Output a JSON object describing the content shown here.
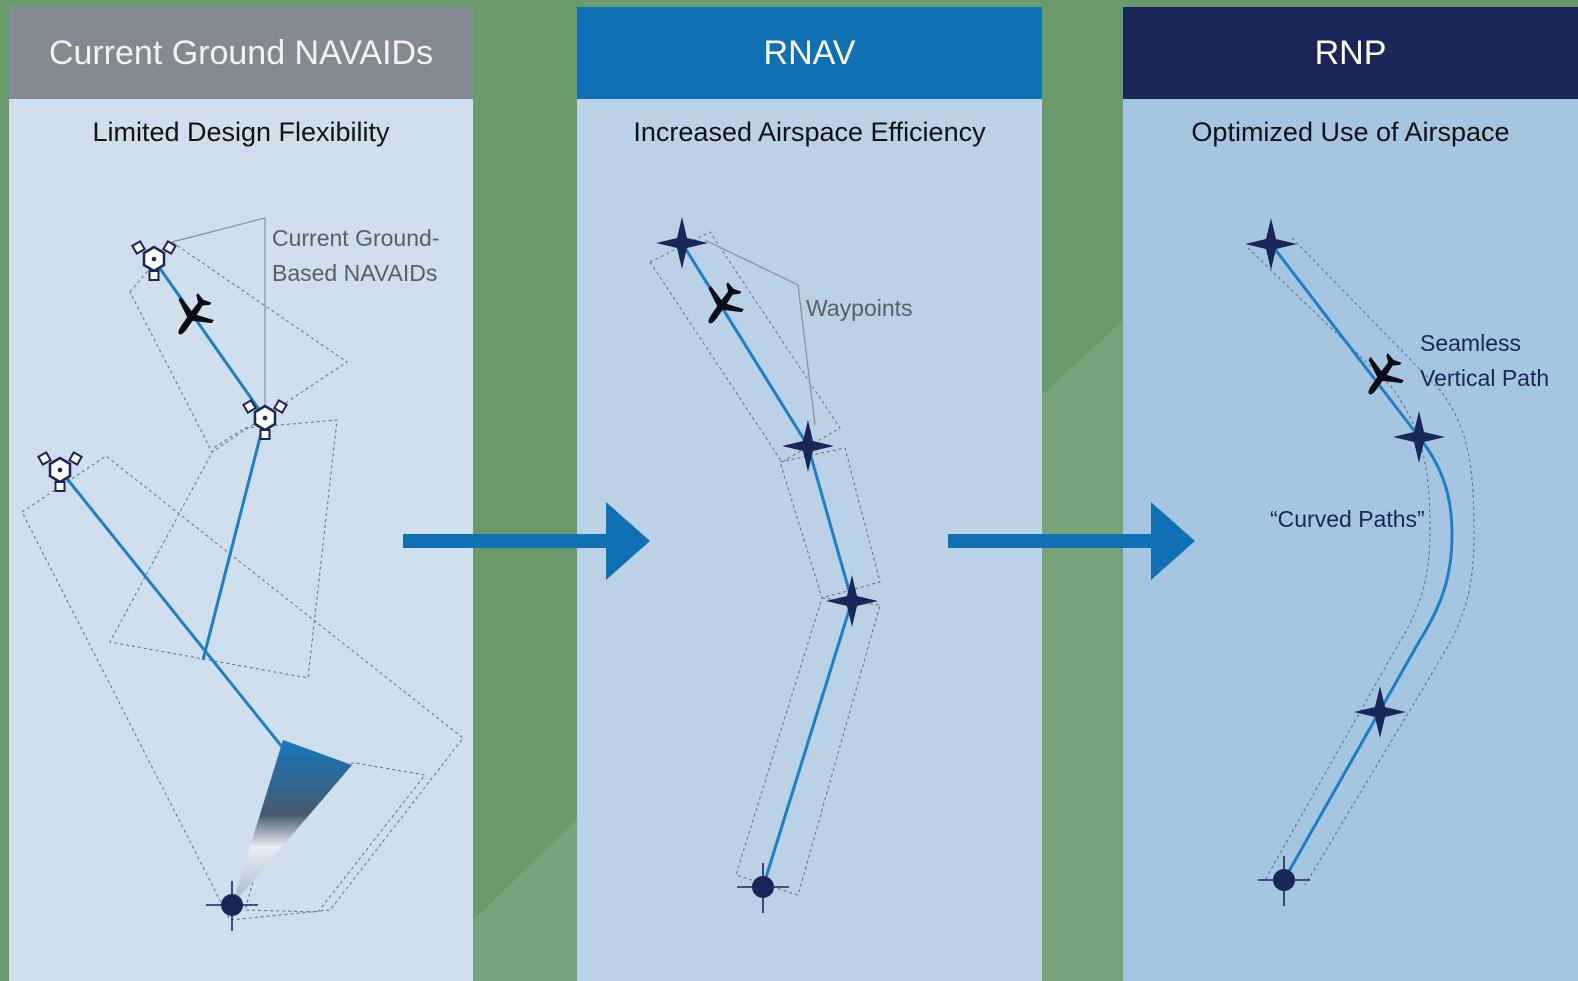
{
  "panels": {
    "ground": {
      "title": "Current Ground NAVAIDs",
      "subtitle": "Limited Design Flexibility",
      "annotation_line1": "Current Ground-",
      "annotation_line2": "Based NAVAIDs",
      "header_color": "#848a91",
      "body_color": "#cfdfee"
    },
    "rnav": {
      "title": "RNAV",
      "subtitle": "Increased Airspace Efficiency",
      "annotation": "Waypoints",
      "header_color": "#0f71b3",
      "body_color": "#bad1e6"
    },
    "rnp": {
      "title": "RNP",
      "subtitle": "Optimized Use of Airspace",
      "annotation_line1": "Seamless",
      "annotation_line2": "Vertical Path",
      "annotation_curve": "“Curved Paths”",
      "header_color": "#1a2558",
      "body_color": "#a6c5e0"
    }
  },
  "icons": [
    "navaid-icon",
    "aircraft-icon",
    "waypoint-star-icon",
    "runway-threshold-icon",
    "arrow-right-icon"
  ],
  "colors": {
    "route": "#1f7fc4",
    "waypoint": "#1a2558",
    "arrow": "#0f71b3",
    "background": "#6a9a6c"
  }
}
